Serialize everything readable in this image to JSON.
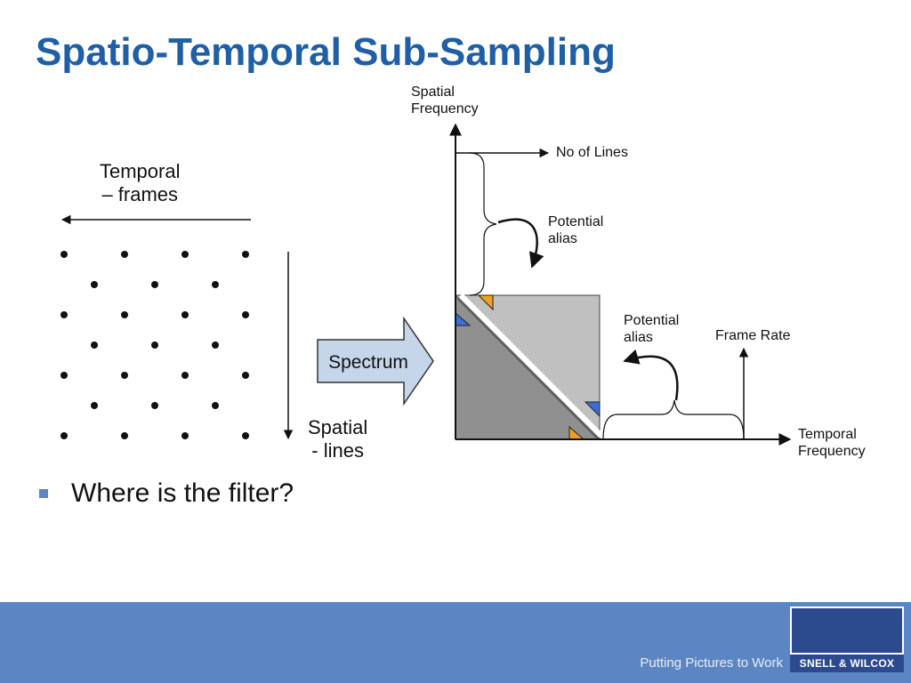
{
  "slide": {
    "title": "Spatio-Temporal Sub-Sampling",
    "bullet": "Where is the filter?"
  },
  "sampling": {
    "temporal_label_line1": "Temporal",
    "temporal_label_line2": "– frames",
    "spatial_label_line1": "Spatial",
    "spatial_label_line2": "- lines",
    "rows": [
      4,
      3,
      4,
      3,
      4,
      3,
      4
    ]
  },
  "arrow": {
    "label": "Spectrum",
    "fill": "#c5d5ea",
    "stroke": "#333333"
  },
  "spectrum": {
    "y_axis_line1": "Spatial",
    "y_axis_line2": "Frequency",
    "x_axis_line1": "Temporal",
    "x_axis_line2": "Frequency",
    "no_of_lines": "No of Lines",
    "frame_rate": "Frame Rate",
    "alias1_line1": "Potential",
    "alias1_line2": "alias",
    "alias2_line1": "Potential",
    "alias2_line2": "alias",
    "colors": {
      "dark_region": "#909090",
      "light_region": "#c0c0c0",
      "blue_alias": "#3a6fd8",
      "orange_alias": "#f0a020"
    }
  },
  "footer": {
    "tagline": "Putting Pictures to Work",
    "logo": "SNELL & WILCOX",
    "band_color": "#5b86c3"
  }
}
